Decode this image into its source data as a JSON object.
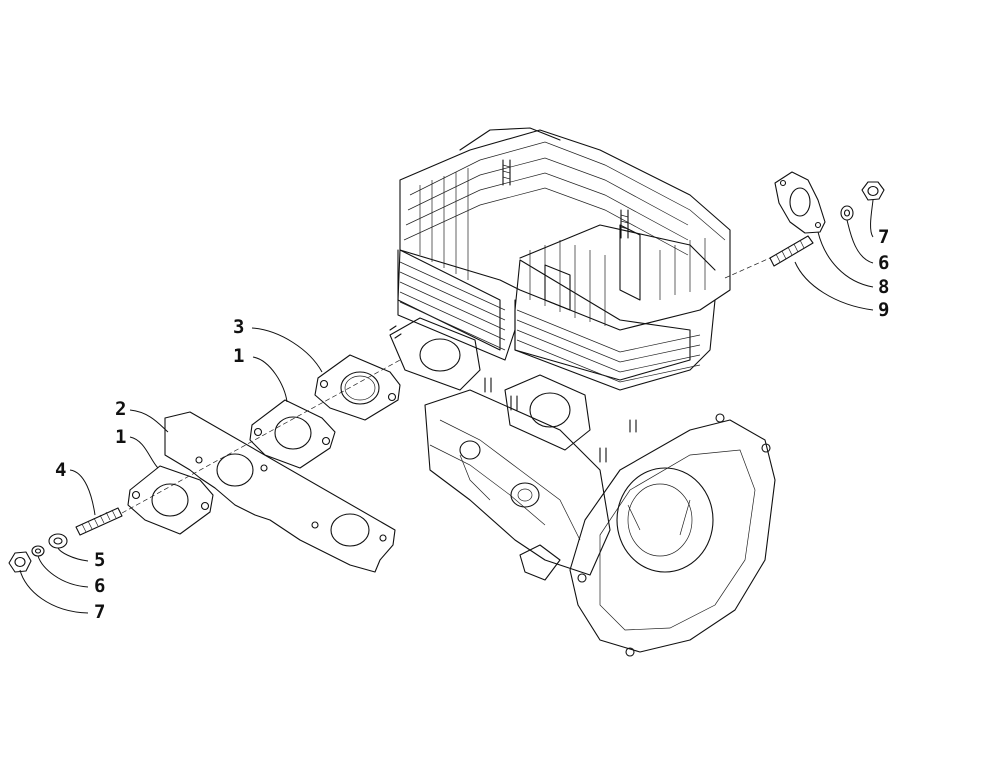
{
  "callouts": {
    "left_1_upper": "1",
    "left_1_lower": "1",
    "left_2": "2",
    "left_3": "3",
    "left_4": "4",
    "left_5": "5",
    "left_6": "6",
    "left_7": "7",
    "right_6": "6",
    "right_7": "7",
    "right_8": "8",
    "right_9": "9"
  }
}
